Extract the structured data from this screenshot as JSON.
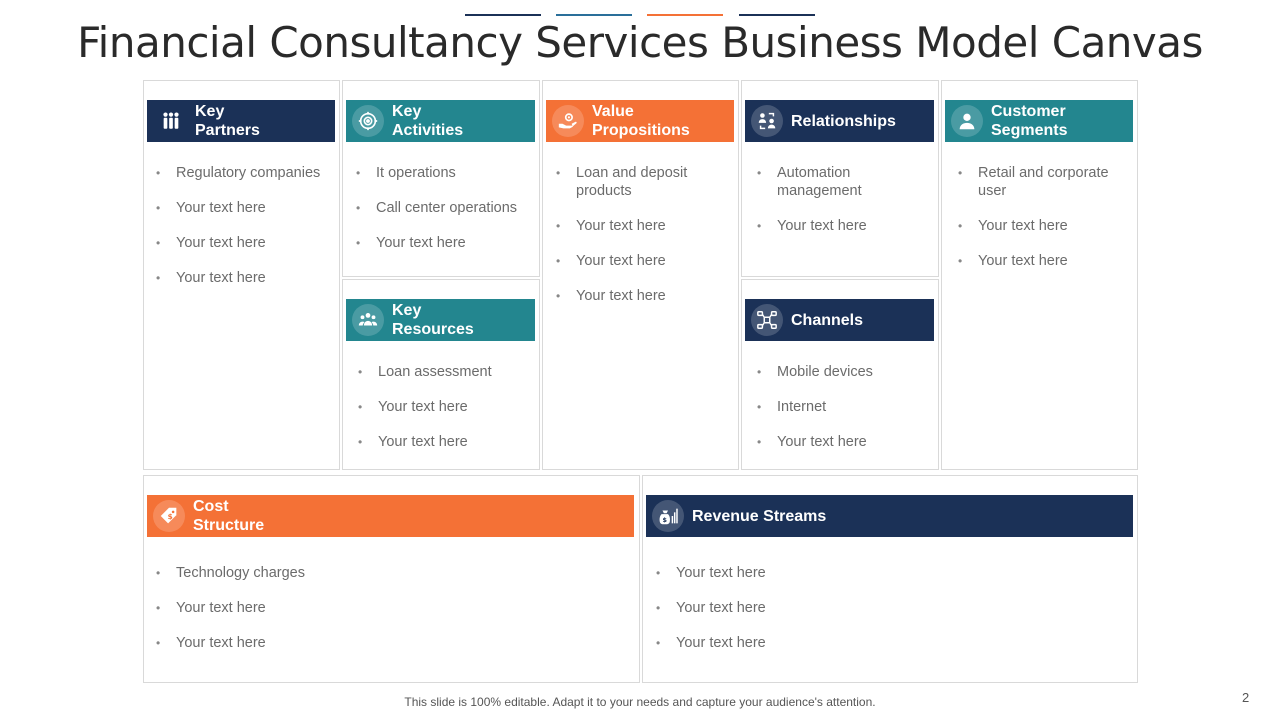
{
  "colors": {
    "navy": "#1b3157",
    "teal": "#23868f",
    "orange": "#f47136",
    "navy_dark": "#1b3157"
  },
  "title": "Financial Consultancy Services Business Model Canvas",
  "blocks": {
    "key_partners": {
      "label": "Key\nPartners",
      "icon": "partners-icon",
      "items": [
        "Regulatory companies",
        "Your text here",
        "Your text here",
        "Your text here"
      ]
    },
    "key_activities": {
      "label": "Key\nActivities",
      "icon": "target-icon",
      "items": [
        "It operations",
        "Call center operations",
        "Your text here"
      ]
    },
    "key_resources": {
      "label": "Key\nResources",
      "icon": "team-icon",
      "items": [
        "Loan assessment",
        "Your text here",
        "Your text here"
      ]
    },
    "value_propositions": {
      "label": "Value\nPropositions",
      "icon": "hand-gear-icon",
      "items": [
        "Loan and deposit products",
        "Your text here",
        "Your text here",
        "Your text here"
      ]
    },
    "relationships": {
      "label": "Relationships",
      "icon": "relationship-icon",
      "items": [
        "Automation management",
        "Your text here"
      ]
    },
    "channels": {
      "label": "Channels",
      "icon": "network-icon",
      "items": [
        "Mobile devices",
        "Internet",
        "Your text here"
      ]
    },
    "customer_segments": {
      "label": "Customer\nSegments",
      "icon": "user-icon",
      "items": [
        "Retail and corporate user",
        "Your text here",
        "Your text here"
      ]
    },
    "cost_structure": {
      "label": "Cost\nStructure",
      "icon": "price-tag-icon",
      "items": [
        "Technology charges",
        "Your text here",
        "Your text here"
      ]
    },
    "revenue_streams": {
      "label": "Revenue Streams",
      "icon": "money-bag-chart-icon",
      "items": [
        "Your text here",
        "Your text here",
        "Your text here"
      ]
    }
  },
  "footer": "This slide is 100% editable. Adapt it to your needs and capture your audience's attention.",
  "page_number": "2"
}
